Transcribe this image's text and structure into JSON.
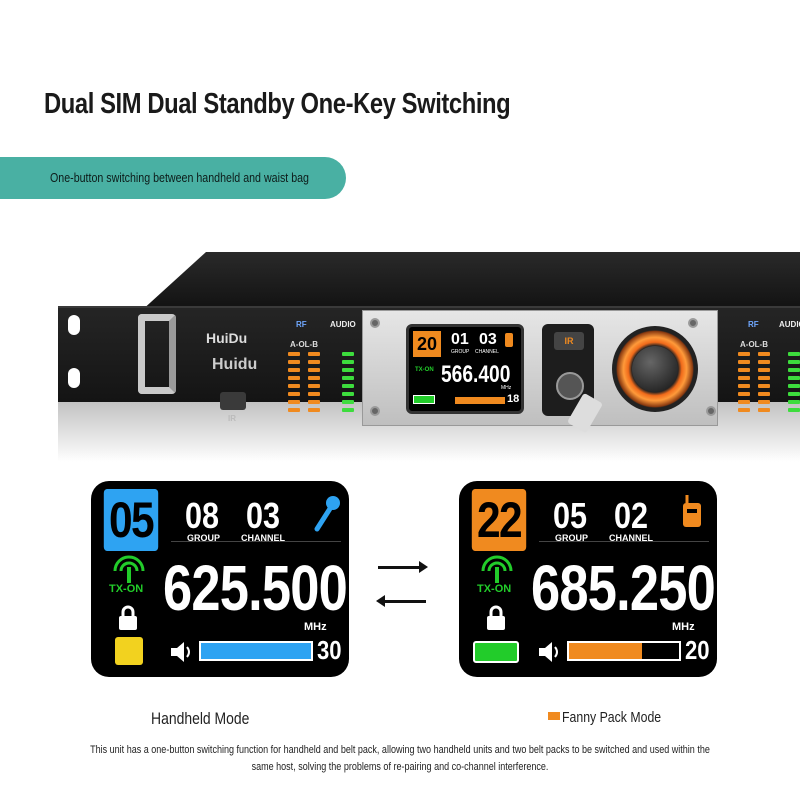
{
  "title": "Dual SIM Dual Standby One-Key Switching",
  "subtitle": "One-button switching between handheld and waist bag",
  "device": {
    "brand": "HuiDu",
    "brand_sub": "Huidu",
    "ir_label": "IR",
    "rf_label": "RF",
    "audio_label": "AUDIO",
    "ab_label": "A-OL-B",
    "mini_screen": {
      "channel": "20",
      "group": "01",
      "channel_num": "03",
      "group_lbl": "GROUP",
      "channel_lbl": "CHANNEL",
      "txon": "TX-ON",
      "frequency": "566.400",
      "unit": "MHz",
      "volume": "18"
    }
  },
  "handheld": {
    "channel": "05",
    "group": "08",
    "channel_num": "03",
    "group_label": "GROUP",
    "channel_label": "CHANNEL",
    "tx_label": "TX-ON",
    "frequency": "625.500",
    "unit": "MHz",
    "volume": "30",
    "volume_fraction": 1.0,
    "accent": "#2ea3f2",
    "caption": "Handheld Mode"
  },
  "fanny": {
    "channel": "22",
    "group": "05",
    "channel_num": "02",
    "group_label": "GROUP",
    "channel_label": "CHANNEL",
    "tx_label": "TX-ON",
    "frequency": "685.250",
    "unit": "MHz",
    "volume": "20",
    "volume_fraction": 0.66,
    "accent": "#f08a1f",
    "caption": "Fanny Pack Mode"
  },
  "footer_text": "This unit has a one-button switching function for handheld and belt pack, allowing two handheld units and two belt packs to be switched and used within the same host, solving the problems of re-pairing and co-channel interference."
}
